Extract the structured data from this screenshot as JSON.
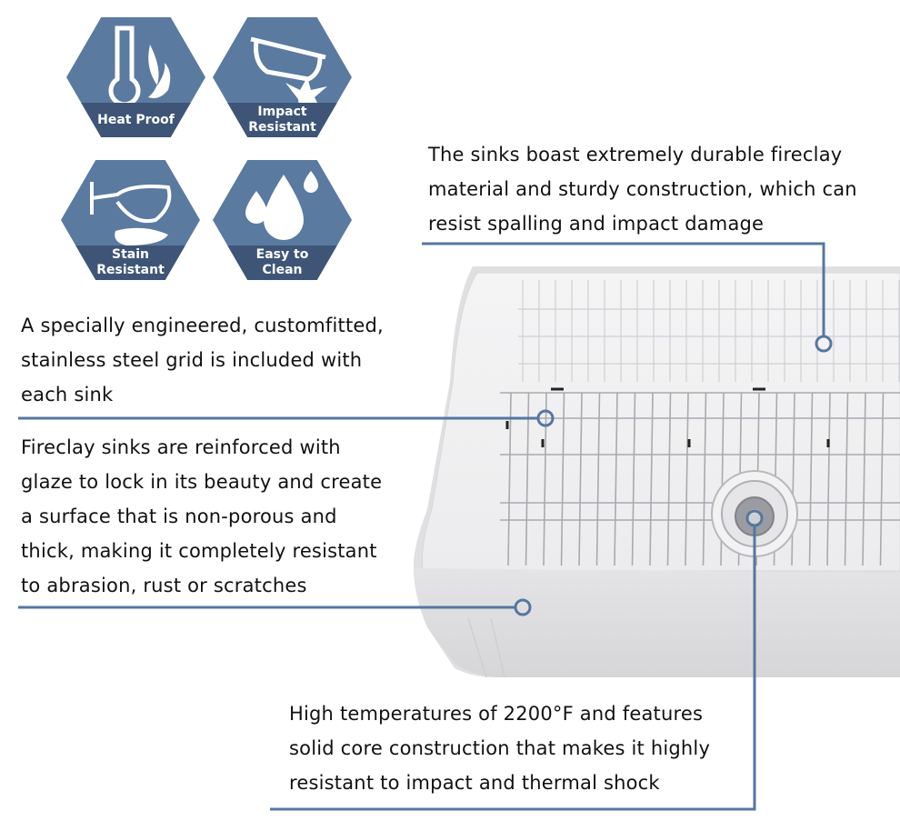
{
  "features": [
    {
      "label_lines": [
        "Heat Proof"
      ],
      "icon": "thermometer-flame-icon"
    },
    {
      "label_lines": [
        "Impact",
        "Resistant"
      ],
      "icon": "pot-impact-icon"
    },
    {
      "label_lines": [
        "Stain",
        "Resistant"
      ],
      "icon": "spilled-wine-glass-icon"
    },
    {
      "label_lines": [
        "Easy to",
        "Clean"
      ],
      "icon": "water-drops-icon"
    }
  ],
  "callouts": {
    "durable": [
      "The sinks boast extremely durable fireclay",
      "material and sturdy construction, which can",
      "resist spalling and impact damage"
    ],
    "grid": [
      "A specially engineered, customfitted,",
      "stainless steel grid is included with",
      "each sink"
    ],
    "glaze": [
      "Fireclay sinks are reinforced with",
      "glaze to lock in its beauty and create",
      "a surface that is non-porous and",
      "thick, making it completely resistant",
      "to abrasion, rust or scratches"
    ],
    "temperature": [
      "High temperatures of 2200°F and features",
      "solid core construction that makes it highly",
      "resistant to impact and thermal shock"
    ]
  },
  "colors": {
    "hex": "#5a7aa0",
    "band": "#3e5577",
    "callout": "#5577a0"
  }
}
